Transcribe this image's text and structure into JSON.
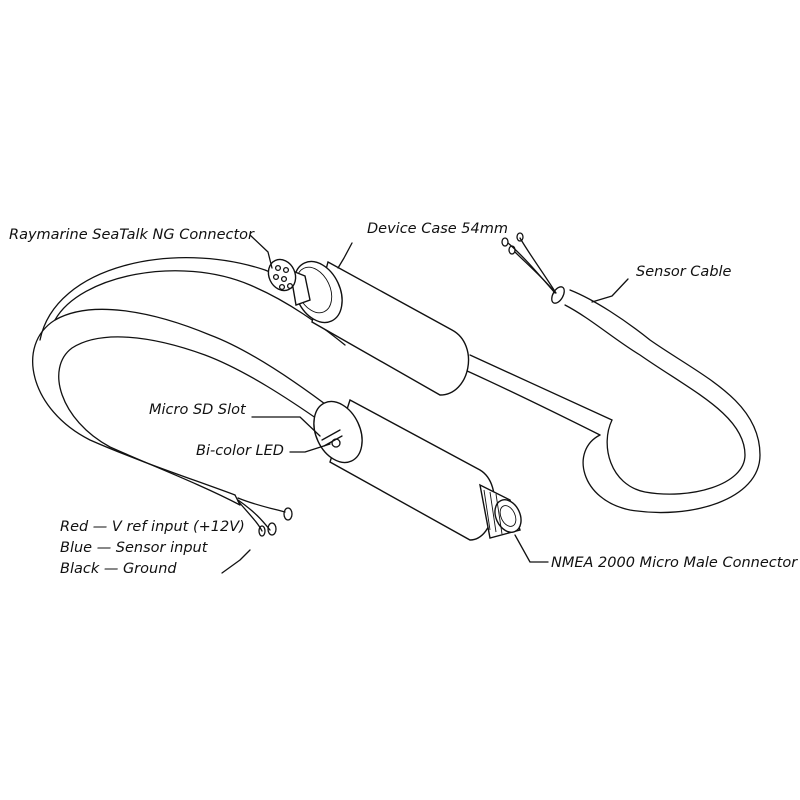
{
  "diagram": {
    "labels": {
      "seatalk": "Raymarine SeaTalk NG Connector",
      "case": "Device Case 54mm",
      "sensor_cable": "Sensor Cable",
      "sd_slot": "Micro SD Slot",
      "led": "Bi-color LED",
      "nmea": "NMEA 2000 Micro Male Connector",
      "wire_red": "Red — V ref input (+12V)",
      "wire_blue": "Blue — Sensor input",
      "wire_black": "Black — Ground"
    },
    "colors": {
      "line": "#111111",
      "background": "#ffffff"
    }
  }
}
